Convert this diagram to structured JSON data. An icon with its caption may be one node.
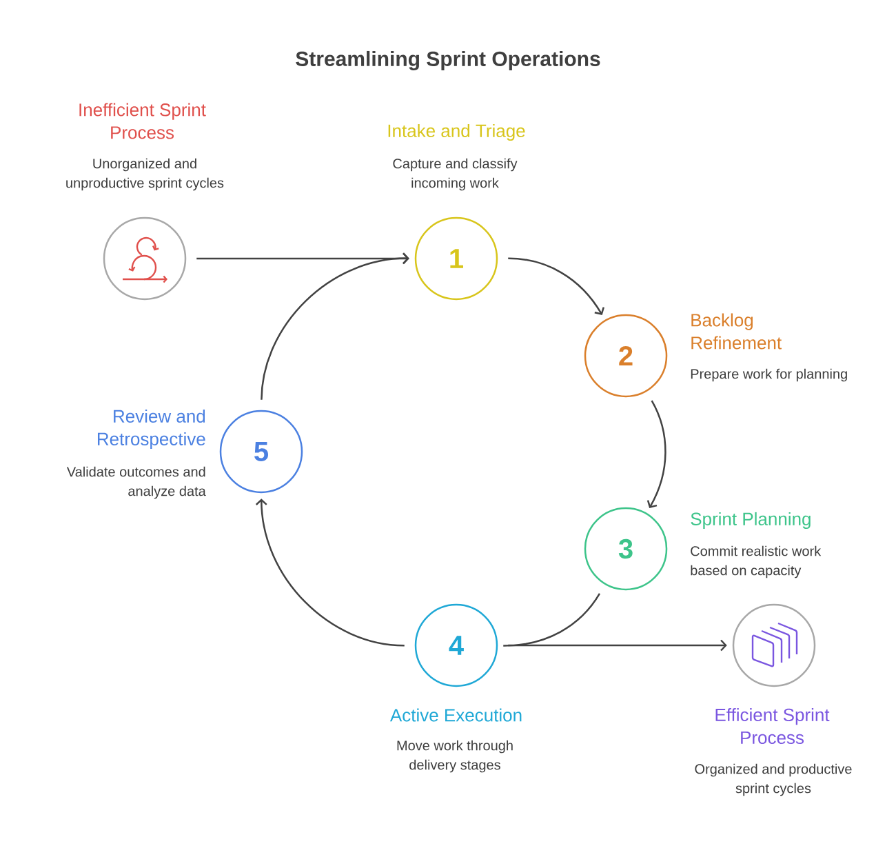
{
  "diagram": {
    "title": "Streamlining Sprint Operations",
    "nodes": [
      {
        "text": [],
        "shape": "circle",
        "beside": [
          "Inefficient Sprint Process",
          "Unorganized and unproductive sprint cycles"
        ]
      },
      {
        "text": [
          "1"
        ],
        "beside": [
          "Intake and Triage",
          "Capture and classify incoming work"
        ]
      },
      {
        "text": [
          "2"
        ],
        "beside": [
          "Backlog Refinement",
          "Prepare work for planning"
        ]
      },
      {
        "text": [
          "3"
        ],
        "beside": [
          "Sprint Planning",
          "Commit realistic work based on capacity"
        ]
      },
      {
        "text": [
          "4"
        ],
        "beside": [
          "Active Execution",
          "Move work through delivery stages"
        ]
      },
      {
        "text": [
          "5"
        ],
        "beside": [
          "Review and Retrospective",
          "Validate outcomes and analyze data"
        ]
      },
      {
        "text": [],
        "shape": "circle",
        "beside": [
          "Efficient Sprint Process",
          "Organized and productive sprint cycles"
        ]
      }
    ],
    "edges": [
      {
        "from": 0,
        "to": 1,
        "arrow": "to"
      },
      {
        "from": 1,
        "to": 2,
        "arrow": "to"
      },
      {
        "from": 2,
        "to": 3,
        "arrow": "to"
      },
      {
        "from": 3,
        "to": 4,
        "arrow": "none"
      },
      {
        "from": 4,
        "to": 5,
        "arrow": "to"
      },
      {
        "from": 5,
        "to": 1,
        "arrow": "to"
      },
      {
        "from": 4,
        "to": 6,
        "arrow": "to"
      }
    ]
  }
}
